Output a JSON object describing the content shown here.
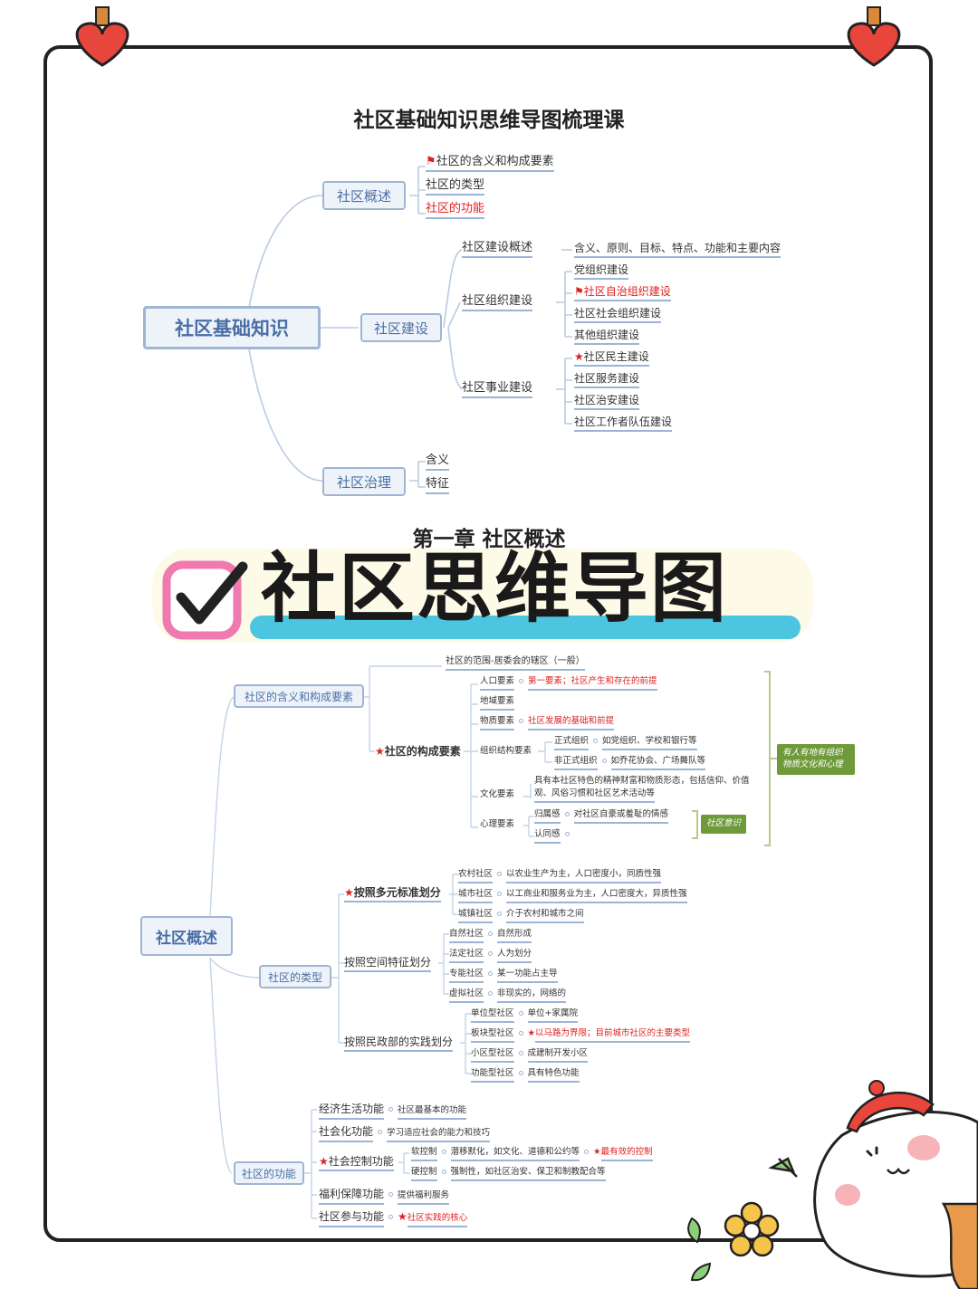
{
  "colors": {
    "accent": "#4a6fa5",
    "line": "#9bb5d6",
    "red": "#dd2222",
    "banner_cyan": "#4cc6e0",
    "check_pink": "#f07ab0",
    "heart_red": "#e8453c",
    "green": "#6f9a3a"
  },
  "heading": "社区基础知识思维导图梳理课",
  "map1": {
    "root": "社区基础知识",
    "b1": {
      "label": "社区概述",
      "items": [
        "社区的含义和构成要素",
        "社区的类型",
        "社区的功能"
      ]
    },
    "b2": {
      "label": "社区建设",
      "overview": {
        "label": "社区建设概述",
        "desc": "含义、原则、目标、特点、功能和主要内容"
      },
      "org": {
        "label": "社区组织建设",
        "items": [
          "党组织建设",
          "社区自治组织建设",
          "社区社会组织建设",
          "其他组织建设"
        ]
      },
      "career": {
        "label": "社区事业建设",
        "items": [
          "社区民主建设",
          "社区服务建设",
          "社区治安建设",
          "社区工作者队伍建设"
        ]
      }
    },
    "b3": {
      "label": "社区治理",
      "items": [
        "含义",
        "特征"
      ]
    }
  },
  "chapter": "第一章  社区概述",
  "banner": "社区思维导图",
  "map2": {
    "root": "社区概述",
    "meaning": {
      "label": "社区的含义和构成要素",
      "scope": "社区的范围-居委会的辖区（一般）",
      "elements_label": "社区的构成要素",
      "population": {
        "label": "人口要素",
        "note": "第一要素；社区产生和存在的前提"
      },
      "region": "地域要素",
      "material": {
        "label": "物质要素",
        "note": "社区发展的基础和前提"
      },
      "org": {
        "label": "组织结构要素",
        "formal": "正式组织",
        "formal_note": "如党组织、学校和银行等",
        "informal": "非正式组织",
        "informal_note": "如乔花协会、广场舞队等"
      },
      "culture": {
        "label": "文化要素",
        "note1": "具有本社区特色的精神财富和物质形态，包括信仰、价值",
        "note2": "观、风俗习惯和社区艺术活动等"
      },
      "psych": {
        "label": "心理要素",
        "belong": "归属感",
        "belong_note": "对社区自豪或羞耻的情感",
        "identity": "认同感"
      },
      "awareness": "社区意识",
      "summary1": "有人有地有组织",
      "summary2": "物质文化和心理"
    },
    "types": {
      "label": "社区的类型",
      "multi": {
        "label": "按照多元标准划分",
        "rows": [
          [
            "农村社区",
            "以农业生产为主，人口密度小，同质性强"
          ],
          [
            "城市社区",
            "以工商业和服务业为主，人口密度大，异质性强"
          ],
          [
            "城镇社区",
            "介于农村和城市之间"
          ]
        ]
      },
      "space": {
        "label": "按照空间特征划分",
        "rows": [
          [
            "自然社区",
            "自然形成"
          ],
          [
            "法定社区",
            "人为划分"
          ],
          [
            "专能社区",
            "某一功能占主导"
          ],
          [
            "虚拟社区",
            "非现实的，网络的"
          ]
        ]
      },
      "civil": {
        "label": "按照民政部的实践划分",
        "rows": [
          [
            "单位型社区",
            "单位+家属院"
          ],
          [
            "板块型社区",
            "以马路为界限；目前城市社区的主要类型"
          ],
          [
            "小区型社区",
            "成建制开发小区"
          ],
          [
            "功能型社区",
            "具有特色功能"
          ]
        ]
      }
    },
    "functions": {
      "label": "社区的功能",
      "economic": {
        "label": "经济生活功能",
        "note": "社区最基本的功能"
      },
      "social": {
        "label": "社会化功能",
        "note": "学习适应社会的能力和技巧"
      },
      "control": {
        "label": "社会控制功能",
        "soft": "软控制",
        "soft_note": "潜移默化，如文化、道德和公约等",
        "soft_extra": "最有效的控制",
        "hard": "硬控制",
        "hard_note": "强制性，如社区治安、保卫和制教配合等"
      },
      "welfare": {
        "label": "福利保障功能",
        "note": "提供福利服务"
      },
      "participation": {
        "label": "社区参与功能",
        "note": "社区实践的核心"
      }
    }
  }
}
